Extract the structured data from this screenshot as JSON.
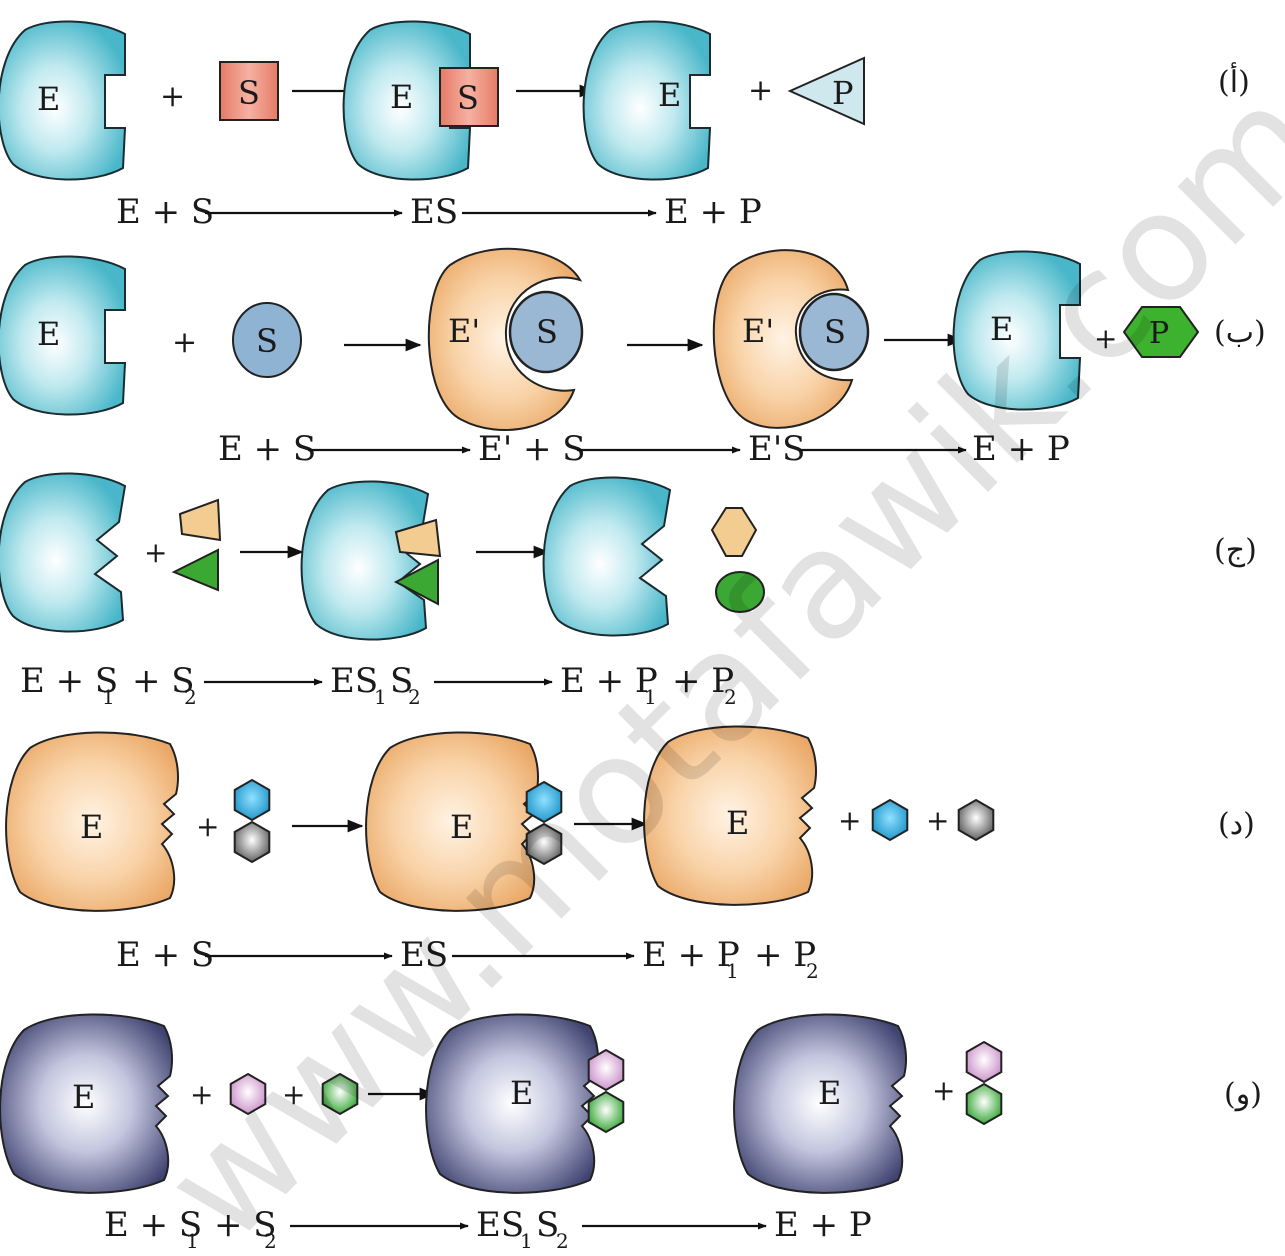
{
  "panels": [
    {
      "id": "a",
      "label": "(أ)",
      "shapes": {
        "enzyme": "E",
        "substrate": "S",
        "product": "P"
      },
      "equation": {
        "t1": "E + S",
        "t2": "ES",
        "t3": "E + P"
      }
    },
    {
      "id": "b",
      "label": "(ب)",
      "shapes": {
        "enzyme": "E",
        "substrate": "S",
        "enzyme_changed": "E'",
        "product": "P"
      },
      "equation": {
        "t1": "E + S",
        "t2": "E' + S",
        "t3": "E'S",
        "t4": "E + P"
      }
    },
    {
      "id": "c",
      "label": "(ج)",
      "equation": {
        "e": "E + S",
        "s1": "1",
        "plus": "+ S",
        "s2": "2",
        "es": "ES",
        "es1": "1",
        "s": "S",
        "es2": "2",
        "ep": "E + P",
        "p1": "1",
        "p_plus": "+ P",
        "p2": "2"
      }
    },
    {
      "id": "d",
      "label": "(د)",
      "shapes": {
        "enzyme": "E"
      },
      "equation": {
        "t1": "E + S",
        "t2": "ES",
        "ep": "E + P",
        "p1": "1",
        "p_plus": "+ P",
        "p2": "2"
      }
    },
    {
      "id": "e",
      "label": "(و)",
      "shapes": {
        "enzyme": "E"
      },
      "equation": {
        "e": "E + S",
        "s1": "1",
        "plus": "+ S",
        "s2": "2",
        "es": "ES",
        "es1": "1",
        "s": "S",
        "es2": "2",
        "t3": "E + P"
      }
    }
  ],
  "plus": "+",
  "watermark": "www.motafawik.com",
  "colors": {
    "teal_enzyme": "#5fc4d4",
    "orange_enzyme": "#f0b880",
    "navy_enzyme": "#4a4e7a",
    "substrate_red": "#e88a78",
    "substrate_blue": "#8ab4d6",
    "product_green": "#39b02e",
    "hex_blue": "#22a9d9",
    "hex_grey": "#6f6f6f",
    "hex_pink": "#d8a6d6"
  }
}
